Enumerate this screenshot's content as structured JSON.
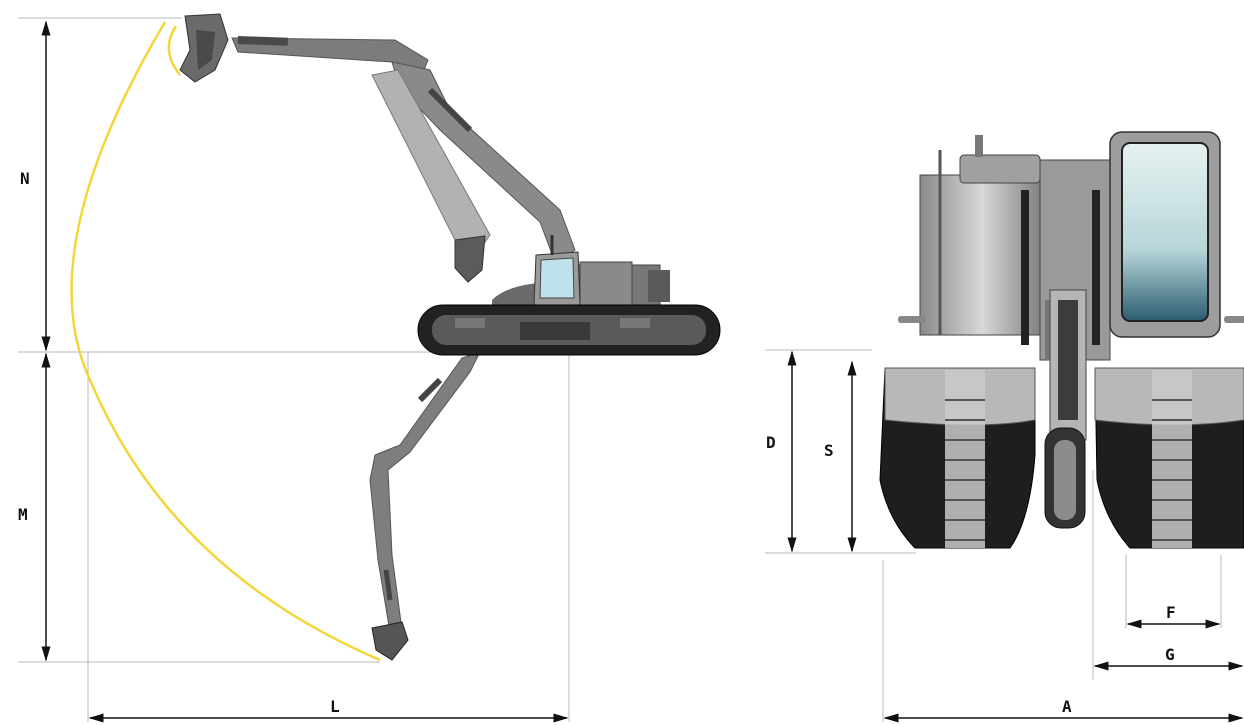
{
  "side_view": {
    "labels": {
      "height_above": "N",
      "depth_below": "M",
      "reach": "L"
    }
  },
  "front_view": {
    "labels": {
      "overall_height": "D",
      "track_height": "S",
      "shoe_width": "F",
      "track_width": "G",
      "overall_width": "A"
    }
  },
  "colors": {
    "dim_line": "#111111",
    "guide_line": "#b8b8b8",
    "reach_arc": "#f2d63a",
    "boom": "#777777",
    "boom_light": "#a8a8a8",
    "track": "#2a2a2a",
    "cab_glass": "#c9e4e8"
  }
}
